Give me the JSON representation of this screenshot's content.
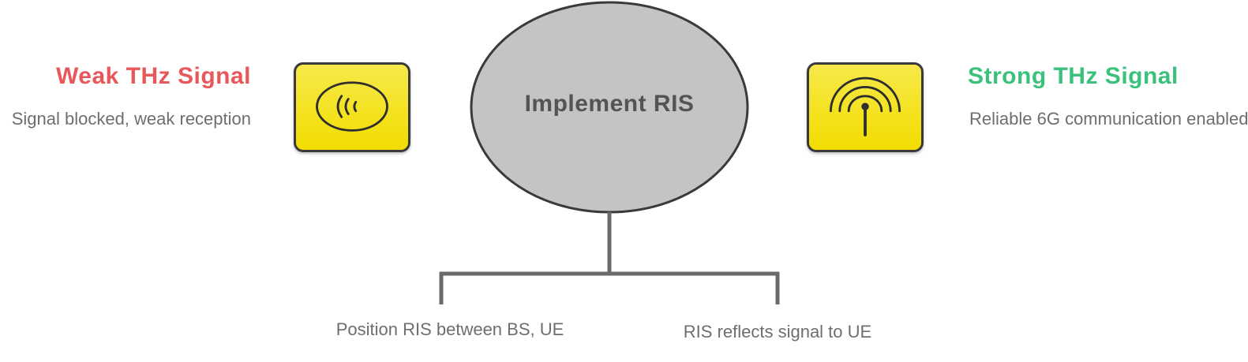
{
  "colors": {
    "weak": "#e8585b",
    "strong": "#3cc17c",
    "icon_fill": "#f2dd00",
    "node_fill": "#c4c4c4"
  },
  "left": {
    "title": "Weak THz Signal",
    "description": "Signal blocked, weak reception",
    "icon": "weak-signal-icon"
  },
  "right": {
    "title": "Strong THz Signal",
    "description": "Reliable 6G communication enabled",
    "icon": "broadcast-antenna-icon"
  },
  "center": {
    "label": "Implement RIS"
  },
  "steps": [
    {
      "label": "Position RIS between BS, UE"
    },
    {
      "label": "RIS reflects signal to UE"
    }
  ]
}
